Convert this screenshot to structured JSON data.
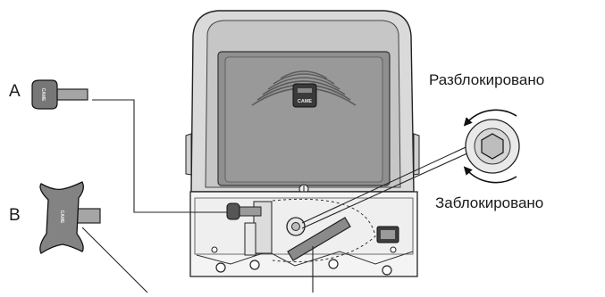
{
  "labels": {
    "key_a": "A",
    "key_b": "B",
    "unlocked": "Разблокировано",
    "locked": "Заблокировано"
  },
  "badges": {
    "brand": "CAME"
  },
  "colors": {
    "housing": "#cfcfcf",
    "panel": "#8d8d8d",
    "base_plate": "#f2f2f2",
    "line": "#222222",
    "key": "#9a9a9a"
  },
  "icons": {
    "rotate_unlock": "arrow-counterclockwise-icon",
    "rotate_lock": "arrow-clockwise-icon",
    "lock_socket": "hex-socket-icon"
  }
}
